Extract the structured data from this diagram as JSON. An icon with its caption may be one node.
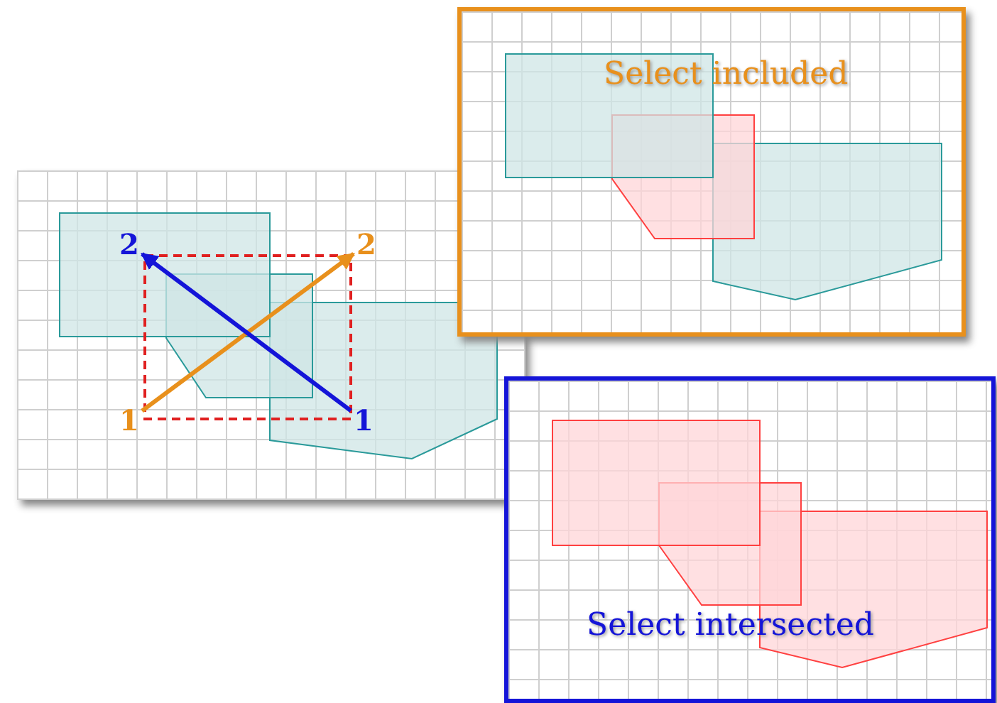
{
  "diagram": {
    "nodes": [
      {
        "text": [
          "1"
        ]
      },
      {
        "text": [
          "2"
        ]
      },
      {
        "text": [
          "2"
        ]
      },
      {
        "text": [
          "1"
        ]
      },
      {
        "text": [
          "Select included"
        ]
      },
      {
        "text": [
          "Select intersected"
        ]
      }
    ],
    "edges": [
      {
        "from": 0,
        "to": 1,
        "arrow": "to",
        "color": "#e8901c"
      },
      {
        "from": 3,
        "to": 2,
        "arrow": "to",
        "color": "#1414d8"
      }
    ]
  }
}
